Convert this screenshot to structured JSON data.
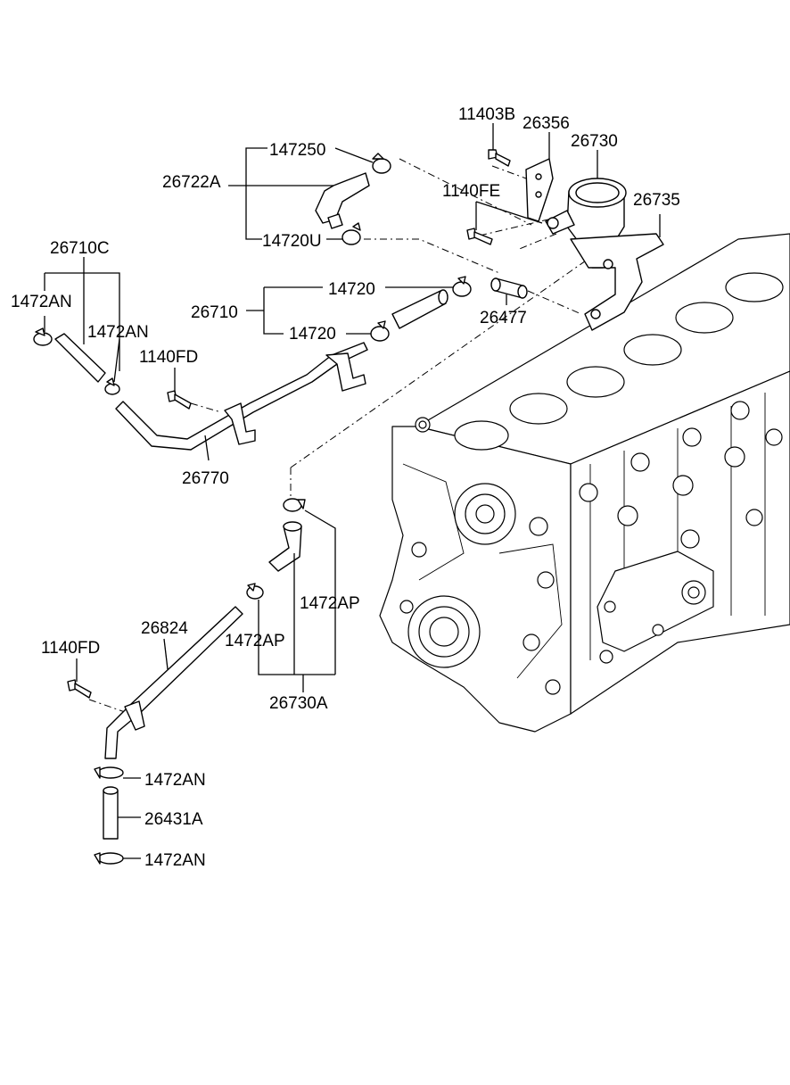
{
  "labels": {
    "l_11403B": "11403B",
    "l_26356": "26356",
    "l_26730": "26730",
    "l_147250": "147250",
    "l_26722A": "26722A",
    "l_1140FE": "1140FE",
    "l_26735": "26735",
    "l_14720U": "14720U",
    "l_26710C": "26710C",
    "l_14720_top": "14720",
    "l_26710": "26710",
    "l_14720_bot": "14720",
    "l_26477": "26477",
    "l_1472AN_a": "1472AN",
    "l_1472AN_b": "1472AN",
    "l_1140FD_a": "1140FD",
    "l_26770": "26770",
    "l_1472AP_a": "1472AP",
    "l_26824": "26824",
    "l_1140FD_b": "1140FD",
    "l_1472AP_b": "1472AP",
    "l_26730A": "26730A",
    "l_1472AN_c": "1472AN",
    "l_26431A": "26431A",
    "l_1472AN_d": "1472AN"
  }
}
